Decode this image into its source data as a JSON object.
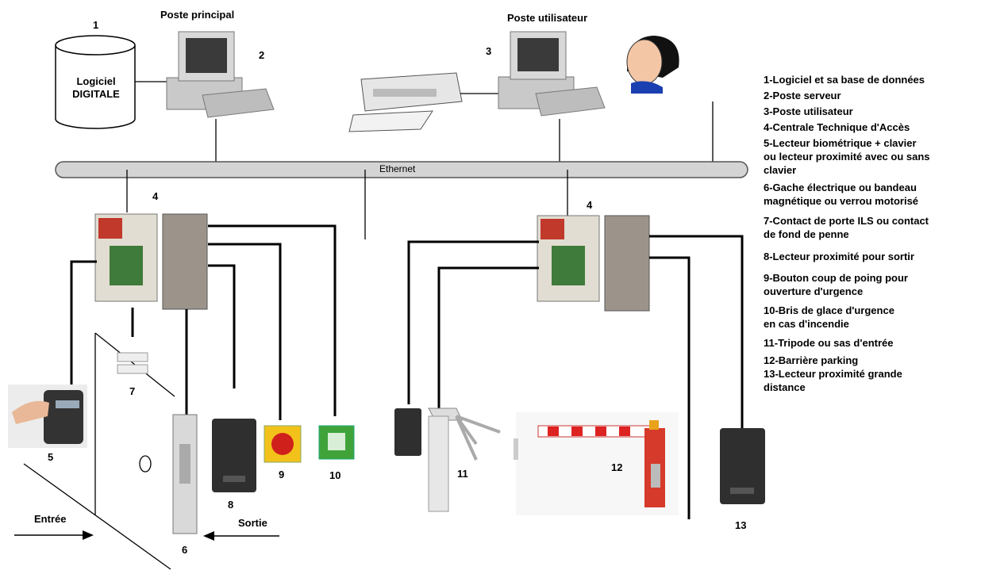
{
  "headers": {
    "main_station": "Poste principal",
    "user_station": "Poste utilisateur"
  },
  "db": {
    "line1": "Logiciel",
    "line2": "DIGITALE"
  },
  "network": {
    "label": "Ethernet"
  },
  "numbers": {
    "n1": "1",
    "n2": "2",
    "n3": "3",
    "n4a": "4",
    "n4b": "4",
    "n5": "5",
    "n6": "6",
    "n7": "7",
    "n8": "8",
    "n9": "9",
    "n10": "10",
    "n11": "11",
    "n12": "12",
    "n13": "13"
  },
  "flow": {
    "entry": "Entrée",
    "exit": "Sortie"
  },
  "legend": [
    "1-Logiciel et sa base de données",
    "2-Poste serveur",
    "3-Poste utilisateur",
    "4-Centrale Technique d'Accès",
    "5-Lecteur biométrique + clavier",
    "ou lecteur proximité avec ou sans",
    "clavier",
    "6-Gache électrique ou bandeau",
    "magnétique ou verrou motorisé",
    "7-Contact de porte ILS ou contact",
    "de fond de penne",
    "8-Lecteur proximité pour sortir",
    "9-Bouton coup de poing pour",
    "ouverture d'urgence",
    "10-Bris de glace d'urgence",
    "en cas d'incendie",
    "11-Tripode ou sas d'entrée",
    "12-Barrière parking",
    "13-Lecteur proximité grande",
    "distance"
  ]
}
